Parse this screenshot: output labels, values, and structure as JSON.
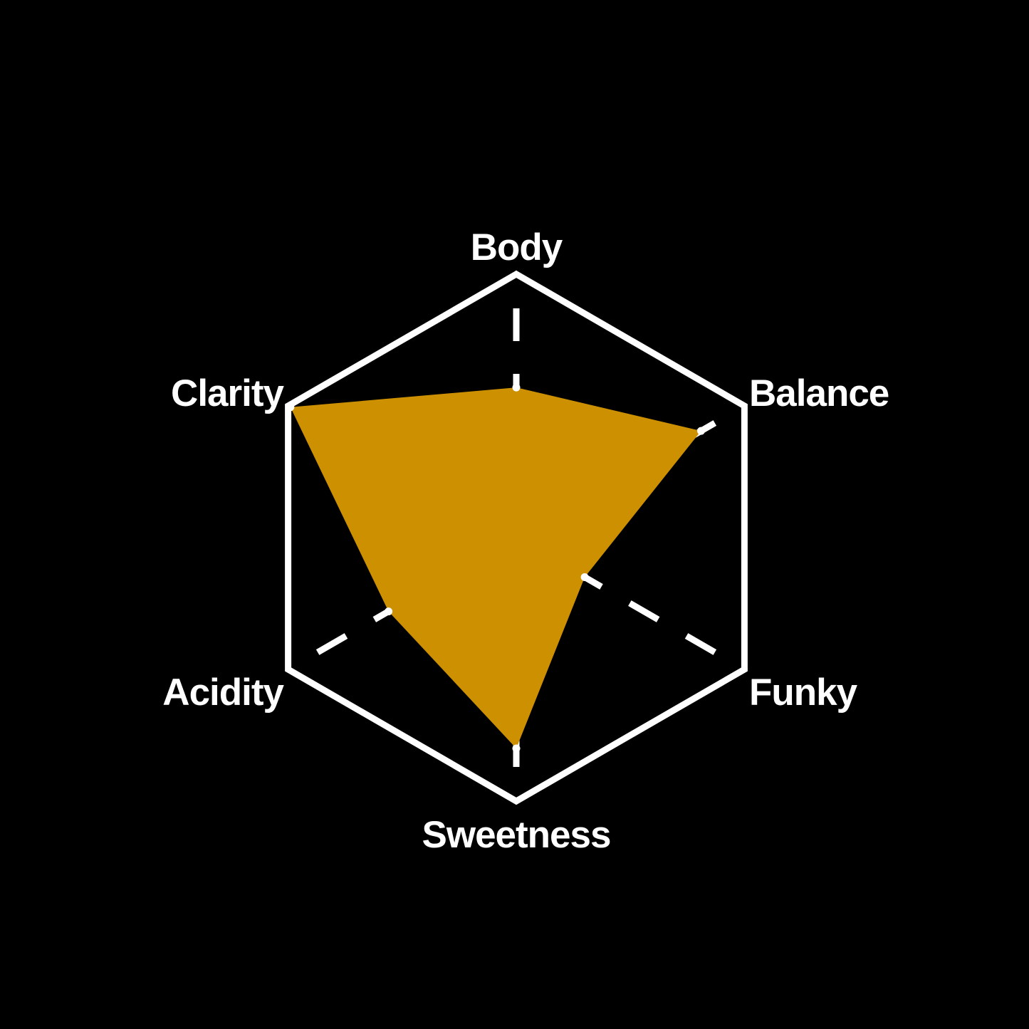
{
  "chart_data": {
    "type": "radar",
    "title": "",
    "subtitle": "",
    "xlabel": "",
    "ylabel": "",
    "categories": [
      "Body",
      "Balance",
      "Funky",
      "Sweetness",
      "Acidity",
      "Clarity"
    ],
    "values": [
      0.57,
      0.81,
      0.3,
      0.8,
      0.56,
      0.99
    ],
    "rlim": [
      0,
      1
    ],
    "grid": true,
    "grid_style": "dashed-spokes",
    "legend": null,
    "legend_position": "none",
    "series": [
      {
        "name": "",
        "values": [
          0.57,
          0.81,
          0.3,
          0.8,
          0.56,
          0.99
        ]
      }
    ],
    "annotations": []
  },
  "style": {
    "background_color": "#000000",
    "fill_color": "#CC9000",
    "outline_color": "#ffffff",
    "label_color": "#ffffff",
    "spoke_color": "#ffffff"
  },
  "labels": {
    "body": "Body",
    "balance": "Balance",
    "funky": "Funky",
    "sweetness": "Sweetness",
    "acidity": "Acidity",
    "clarity": "Clarity"
  }
}
